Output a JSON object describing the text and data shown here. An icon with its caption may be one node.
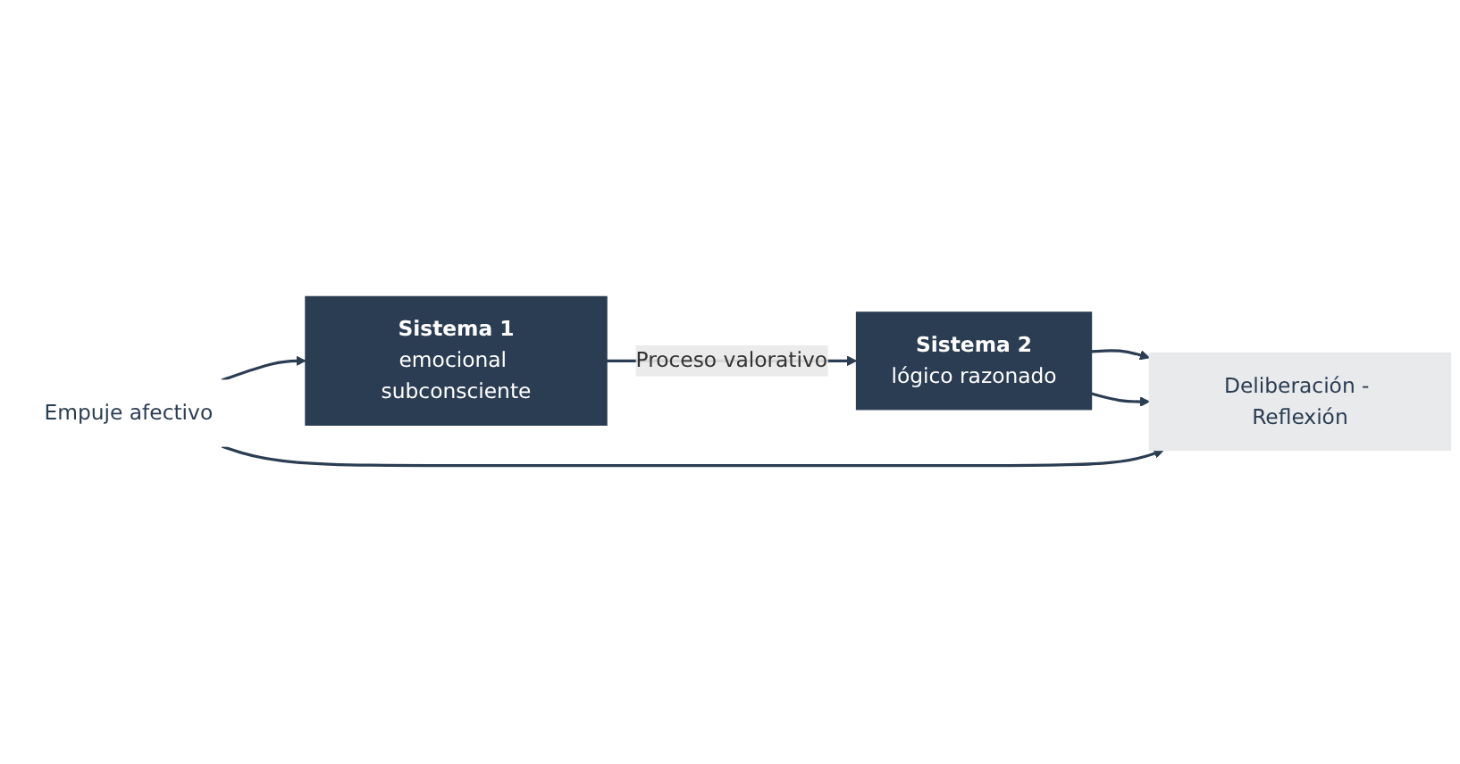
{
  "diagram": {
    "nodes": [
      {
        "text": [
          "Sistema 1",
          "emocional subconsciente"
        ]
      },
      {
        "text": [
          "Sistema 2",
          "lógico razonado"
        ]
      },
      {
        "text": [
          "Deliberación - Reflexión"
        ]
      },
      {
        "text": [
          "Empuje afectivo"
        ]
      }
    ],
    "edges": [
      {
        "from": 0,
        "to": 1,
        "arrow": "to",
        "label": "Proceso valorativo"
      },
      {
        "from": 1,
        "to": 2,
        "arrow": "to"
      },
      {
        "from": 1,
        "to": 2,
        "arrow": "to"
      },
      {
        "from": 3,
        "to": 0,
        "arrow": "to"
      },
      {
        "from": 3,
        "to": 2,
        "arrow": "to"
      }
    ]
  }
}
